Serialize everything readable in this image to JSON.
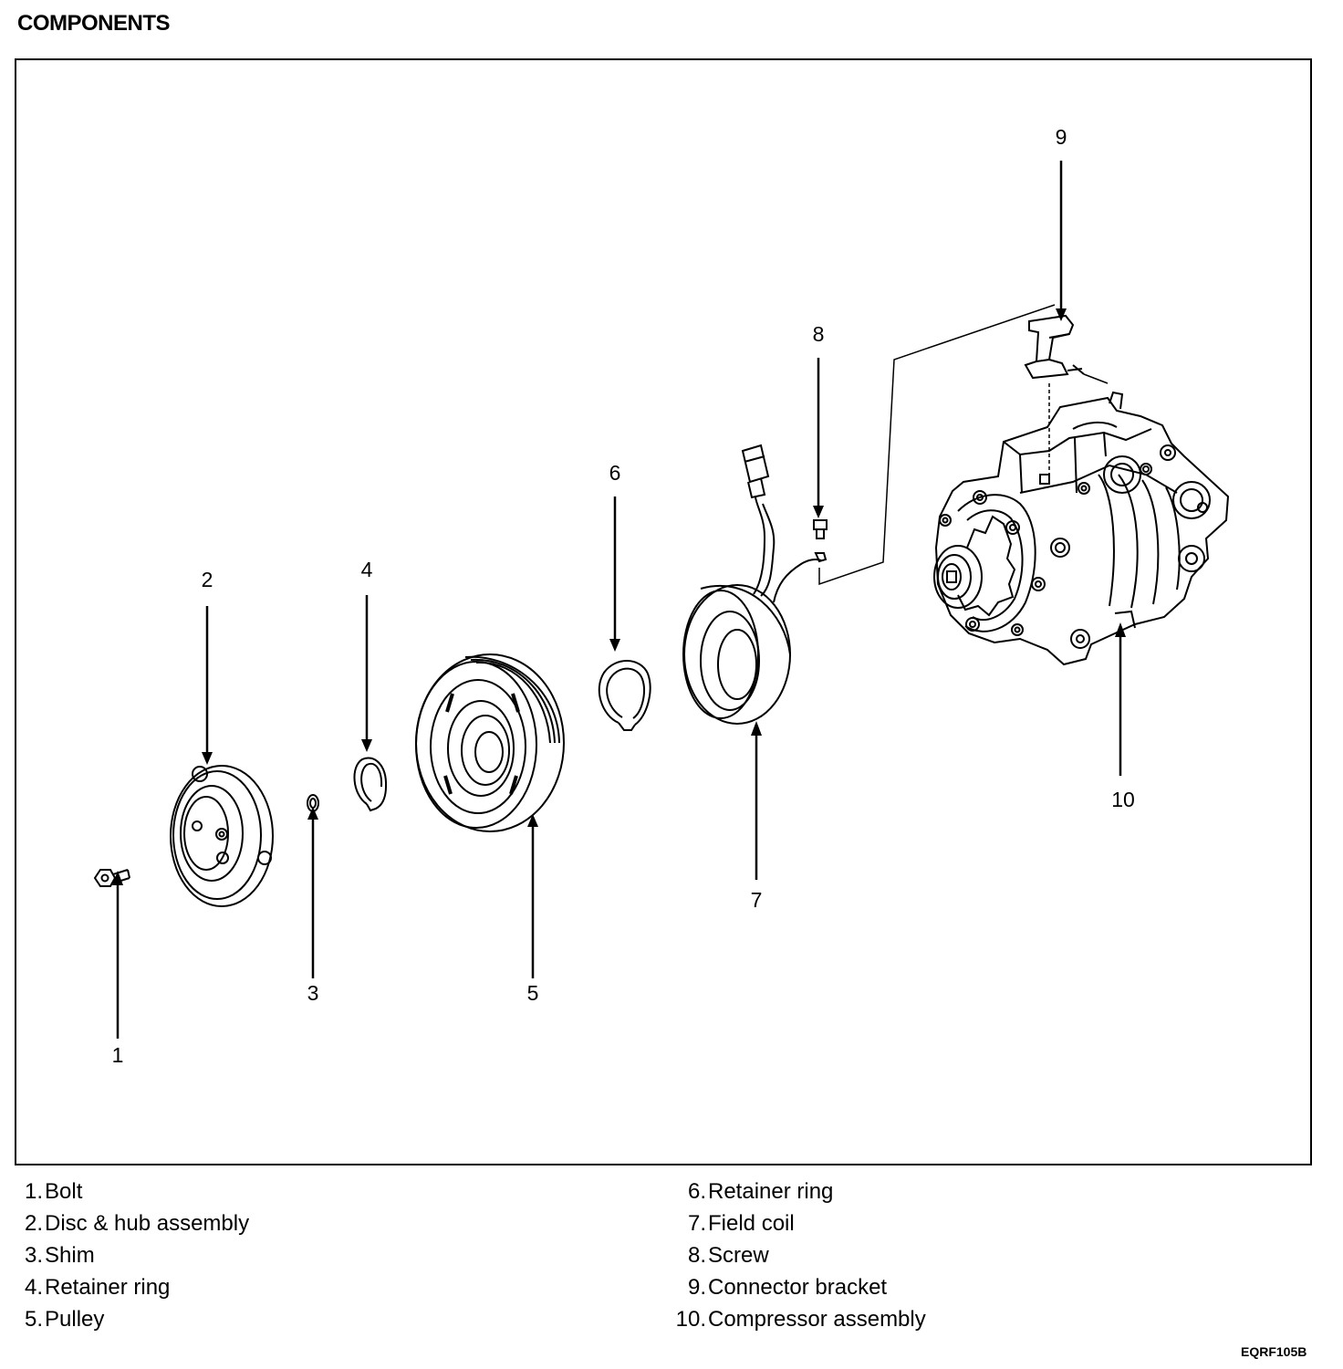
{
  "title": "COMPONENTS",
  "callouts": [
    "1",
    "2",
    "3",
    "4",
    "5",
    "6",
    "7",
    "8",
    "9",
    "10"
  ],
  "legend": {
    "left": [
      {
        "num": "1.",
        "label": "Bolt"
      },
      {
        "num": "2.",
        "label": "Disc & hub assembly"
      },
      {
        "num": "3.",
        "label": "Shim"
      },
      {
        "num": "4.",
        "label": "Retainer ring"
      },
      {
        "num": "5.",
        "label": "Pulley"
      }
    ],
    "right": [
      {
        "num": "6.",
        "label": "Retainer ring"
      },
      {
        "num": "7.",
        "label": "Field coil"
      },
      {
        "num": "8.",
        "label": "Screw"
      },
      {
        "num": "9.",
        "label": "Connector bracket"
      },
      {
        "num": "10.",
        "label": "Compressor assembly"
      }
    ]
  },
  "figure_code": "EQRF105B"
}
